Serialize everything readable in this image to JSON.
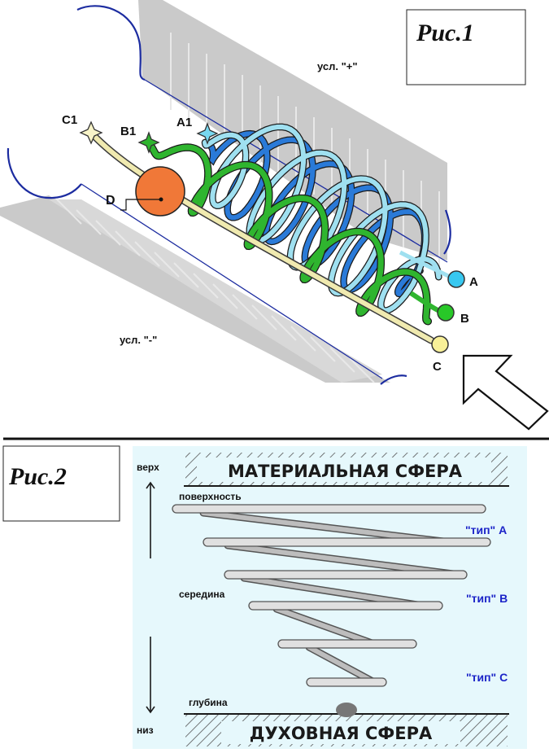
{
  "fig1": {
    "title": "Рис.1",
    "label_plus": "усл. \"+\"",
    "label_minus": "усл. \"-\"",
    "start_labels": [
      "C1",
      "B1",
      "A1"
    ],
    "end_labels": [
      "A",
      "B",
      "C"
    ],
    "center_label": "D",
    "colors": {
      "helix_A": "#9fe0f0",
      "helix_B": "#2a7ad8",
      "helix_C": "#2fb52f",
      "straight_line": "#f0eab0",
      "ball_D": "#f07838",
      "end_A": "#38c8f0",
      "end_B": "#28c828",
      "end_C": "#f8f098",
      "frame_line": "#1c2ca0",
      "stairs": "#c4c4c4"
    }
  },
  "fig2": {
    "title": "Рис.2",
    "top_sphere": "МАТЕРИАЛЬНАЯ СФЕРА",
    "bottom_sphere": "ДУХОВНАЯ СФЕРА",
    "axis_top": "верх",
    "axis_bottom": "низ",
    "level_surface": "поверхность",
    "level_middle": "середина",
    "level_depth": "глубина",
    "type_a": "\"тип\" А",
    "type_b": "\"тип\" В",
    "type_c": "\"тип\" С",
    "colors": {
      "background": "#e6f8fc",
      "type_text": "#1c24c8",
      "bar_fill": "#e0e0e0",
      "core_dot": "#777777"
    }
  }
}
